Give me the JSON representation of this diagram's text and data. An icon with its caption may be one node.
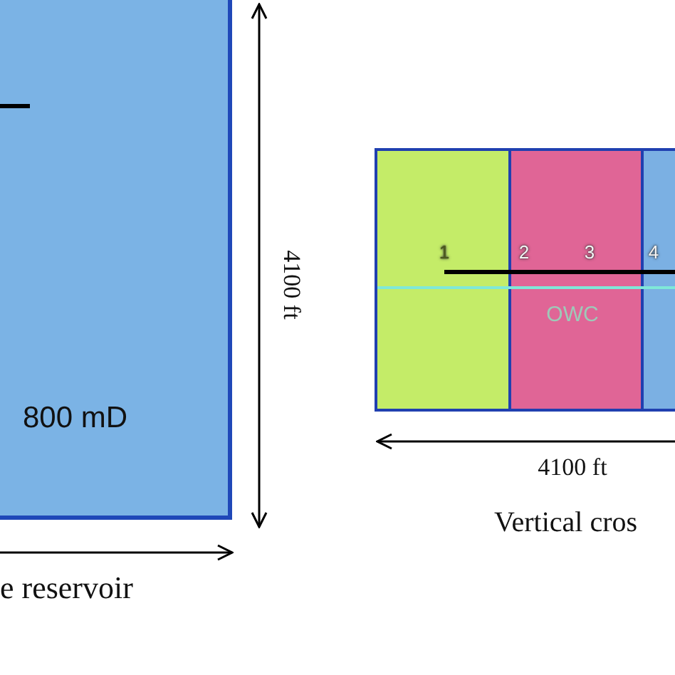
{
  "diagram": {
    "nodes": [
      {
        "text": [
          "800 mD"
        ]
      }
    ],
    "labels": [
      "4100 ft",
      "1",
      "2",
      "3",
      "4",
      "OWC",
      "4100 ft",
      "e reservoir",
      "Vertical cros"
    ]
  }
}
